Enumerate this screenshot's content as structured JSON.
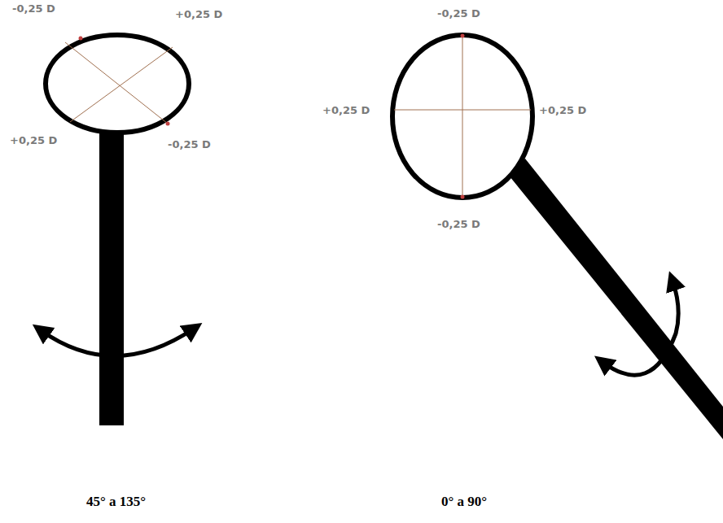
{
  "diagram": {
    "labels": [
      "-0,25 D",
      "+0,25 D",
      "+0,25 D",
      "-0,25 D",
      "-0,25 D",
      "+0,25 D",
      "+0,25 D",
      "-0,25 D",
      "45° a 135°",
      "0° a 90°"
    ]
  }
}
